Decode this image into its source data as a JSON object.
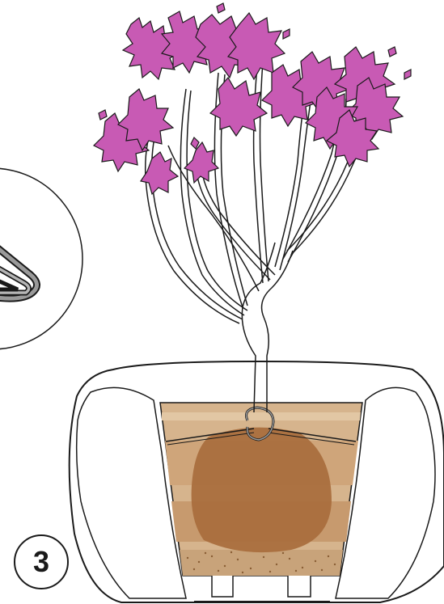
{
  "step": {
    "number": "3"
  },
  "colors": {
    "blossom": "#c85ab4",
    "outline": "#1a1a1a",
    "soil_light": "#d2ad84",
    "soil_mid": "#c79a6e",
    "root_ball": "#a86d3c",
    "gravel": "#c8a37a",
    "clip_gray": "#9a9a9a"
  },
  "icons": [
    "detail-inset-clip",
    "tree-blossoms",
    "tree-trunk",
    "pot-outer",
    "pot-liner",
    "root-ball",
    "gravel-layer",
    "wire-hook"
  ]
}
